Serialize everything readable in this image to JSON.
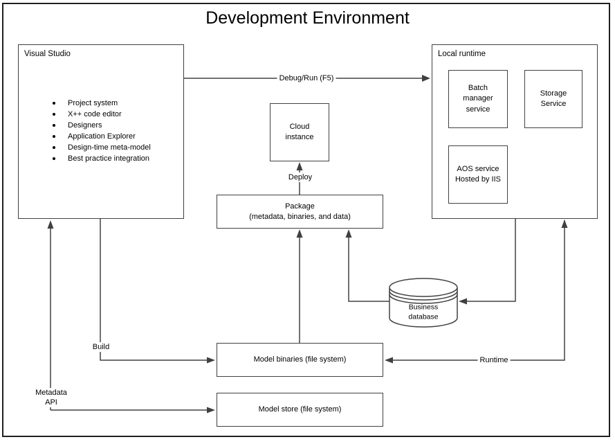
{
  "title": "Development Environment",
  "nodes": {
    "visual_studio": {
      "label": "Visual Studio",
      "bullets": [
        "Project system",
        "X++ code editor",
        "Designers",
        "Application Explorer",
        "Design-time meta-model",
        "Best practice integration"
      ]
    },
    "local_runtime": {
      "label": "Local runtime",
      "batch_manager": "Batch\nmanager\nservice",
      "storage_service": "Storage\nService",
      "aos_service": "AOS service\nHosted by IIS"
    },
    "cloud_instance": "Cloud\ninstance",
    "package": "Package\n(metadata, binaries, and data)",
    "business_database": "Business\ndatabase",
    "model_binaries": "Model binaries (file system)",
    "model_store": "Model store (file system)"
  },
  "connectors": {
    "debug_run": "Debug/Run (F5)",
    "deploy": "Deploy",
    "build": "Build",
    "metadata_api": "Metadata\nAPI",
    "runtime": "Runtime"
  },
  "colors": {
    "line": "#404040",
    "text": "#000000",
    "background": "#ffffff"
  }
}
